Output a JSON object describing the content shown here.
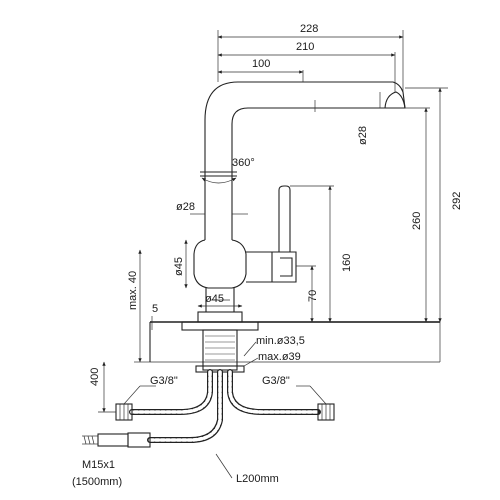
{
  "dimensions": {
    "d228": "228",
    "d210": "210",
    "d100": "100",
    "phi28_top": "ø28",
    "rotation": "360°",
    "phi28_mid": "ø28",
    "d292": "292",
    "d260": "260",
    "d160": "160",
    "phi45_side": "ø45",
    "max40": "max. 40",
    "d5": "5",
    "phi45_base": "ø45",
    "d70": "70",
    "min33": "min.ø33,5",
    "max39": "max.ø39",
    "d400": "400",
    "g38_left": "G3/8\"",
    "g38_right": "G3/8\"",
    "m15": "M15x1",
    "l1500": "(1500mm)",
    "l200": "L200mm"
  }
}
